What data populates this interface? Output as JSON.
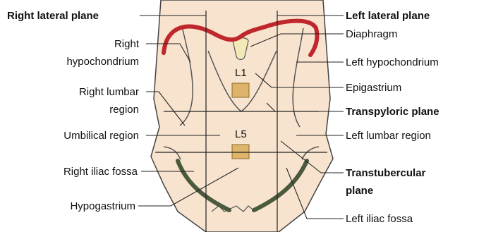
{
  "colors": {
    "skin": "#f8e3cf",
    "outline": "#444444",
    "diaphragm": "#c0272d",
    "vertebra": "#ddb46a",
    "bone": "#4b5a3c",
    "line": "#222222"
  },
  "vertebrae": {
    "upper": "L1",
    "lower": "L5"
  },
  "labels_left": {
    "right_lateral_plane": "Right lateral plane",
    "right_hypochondrium_1": "Right",
    "right_hypochondrium_2": "hypochondrium",
    "right_lumbar_1": "Right lumbar",
    "right_lumbar_2": "region",
    "umbilical": "Umbilical region",
    "right_iliac": "Right iliac fossa",
    "hypogastrium": "Hypogastrium"
  },
  "labels_right": {
    "left_lateral_plane": "Left lateral plane",
    "diaphragm": "Diaphragm",
    "left_hypochondrium": "Left hypochondrium",
    "epigastrium": "Epigastrium",
    "transpyloric": "Transpyloric plane",
    "left_lumbar": "Left lumbar region",
    "transtubercular_1": "Transtubercular",
    "transtubercular_2": "plane",
    "left_iliac": "Left iliac fossa"
  }
}
